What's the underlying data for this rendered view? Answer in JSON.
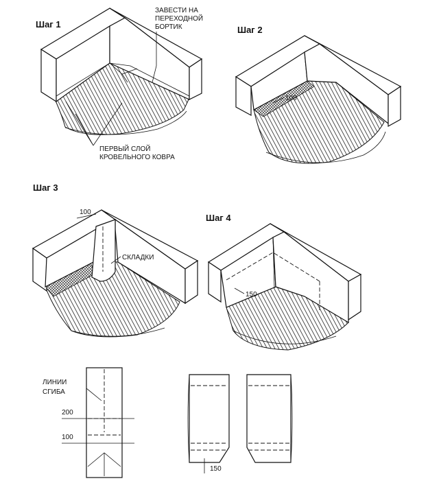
{
  "steps": {
    "step1": "Шаг 1",
    "step2": "Шаг 2",
    "step3": "Шаг 3",
    "step4": "Шаг 4"
  },
  "notes": {
    "bring_onto_line1": "ЗАВЕСТИ НА",
    "bring_onto_line2": "ПЕРЕХОДНОЙ",
    "bring_onto_line3": "БОРТИК",
    "first_layer_line1": "ПЕРВЫЙ СЛОЙ",
    "first_layer_line2": "КРОВЕЛЬНОГО КОВРА",
    "folds": "СКЛАДКИ",
    "bend_lines_line1": "ЛИНИИ",
    "bend_lines_line2": "СГИБА"
  },
  "dimensions": {
    "step2_overlap": "100",
    "step3_overlap": "100",
    "step4_overlap": "150",
    "pattern_200": "200",
    "pattern_100": "100",
    "pattern_150": "150"
  }
}
